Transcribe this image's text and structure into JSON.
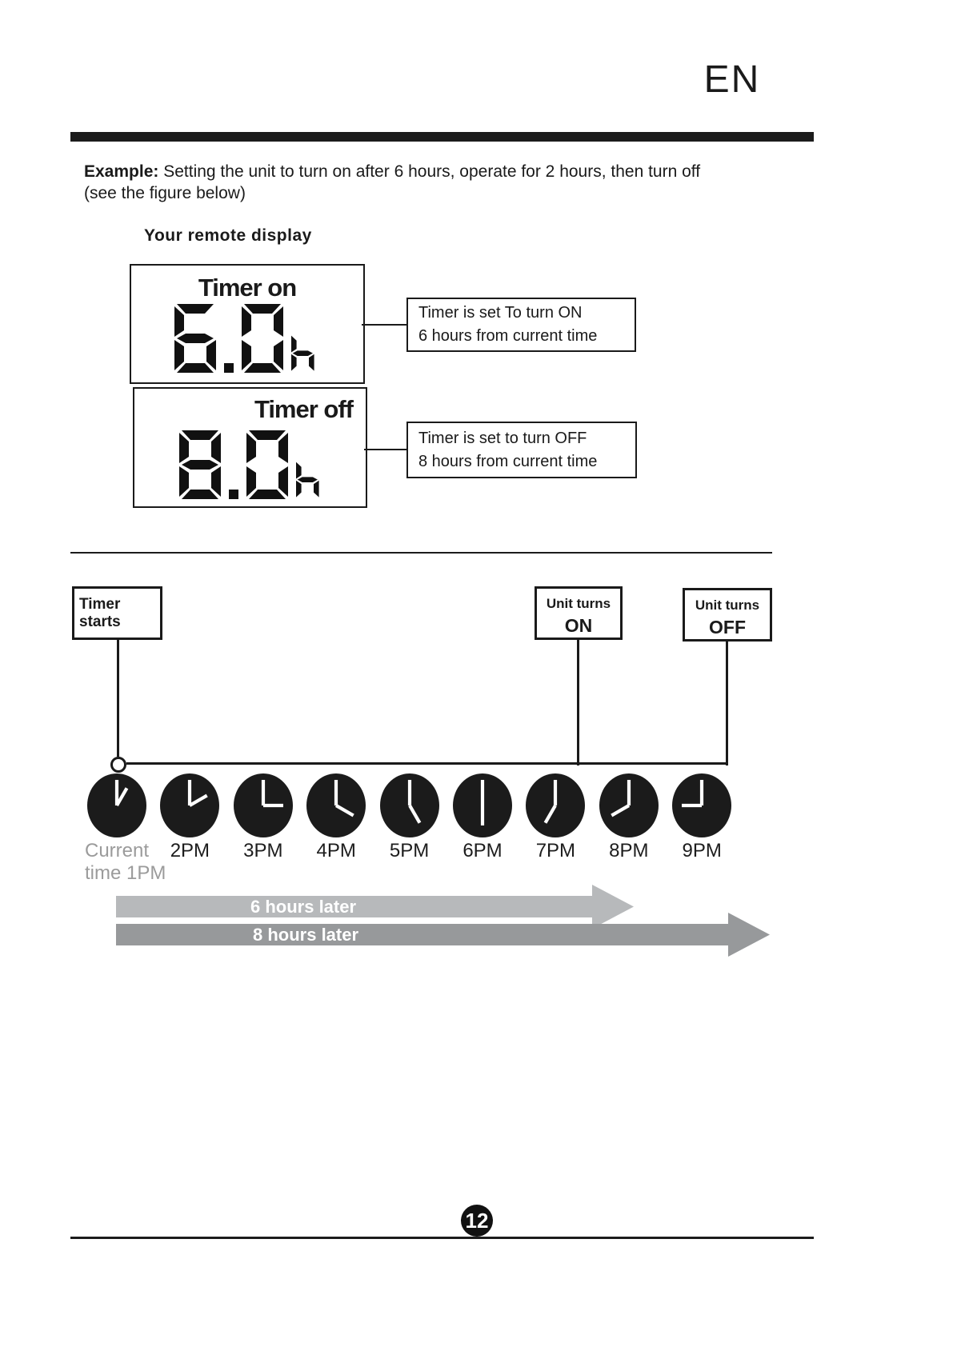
{
  "header": {
    "language_code": "EN"
  },
  "example": {
    "label": "Example:",
    "line1": "Setting the unit to turn on after 6 hours, operate for 2 hours, then turn off",
    "line2": "(see the figure below)"
  },
  "remote": {
    "heading": "Your remote display",
    "displays": [
      {
        "label": "Timer on",
        "value": "6.0",
        "unit": "h",
        "callout": {
          "line1": "Timer is set To turn ON",
          "line2": "6 hours from current time"
        }
      },
      {
        "label": "Timer off",
        "value": "8.0",
        "unit": "h",
        "callout": {
          "line1": "Timer is set to turn OFF",
          "line2": "8 hours from current time"
        }
      }
    ]
  },
  "timeline": {
    "start_box_label": "Timer starts",
    "on_box": {
      "line1": "Unit turns",
      "line2": "ON"
    },
    "off_box": {
      "line1": "Unit turns",
      "line2": "OFF"
    },
    "clocks": [
      {
        "hour": 1,
        "current": true,
        "label_lines": [
          "Current",
          "time 1PM"
        ]
      },
      {
        "hour": 2,
        "label": "2PM"
      },
      {
        "hour": 3,
        "label": "3PM"
      },
      {
        "hour": 4,
        "label": "4PM"
      },
      {
        "hour": 5,
        "label": "5PM"
      },
      {
        "hour": 6,
        "label": "6PM"
      },
      {
        "hour": 7,
        "label": "7PM"
      },
      {
        "hour": 8,
        "label": "8PM"
      },
      {
        "hour": 9,
        "label": "9PM"
      }
    ],
    "arrows": [
      {
        "label": "6 hours later",
        "color": "#b7b9bb"
      },
      {
        "label": "8 hours later",
        "color": "#97999b"
      }
    ]
  },
  "footer": {
    "page_number": "12"
  }
}
